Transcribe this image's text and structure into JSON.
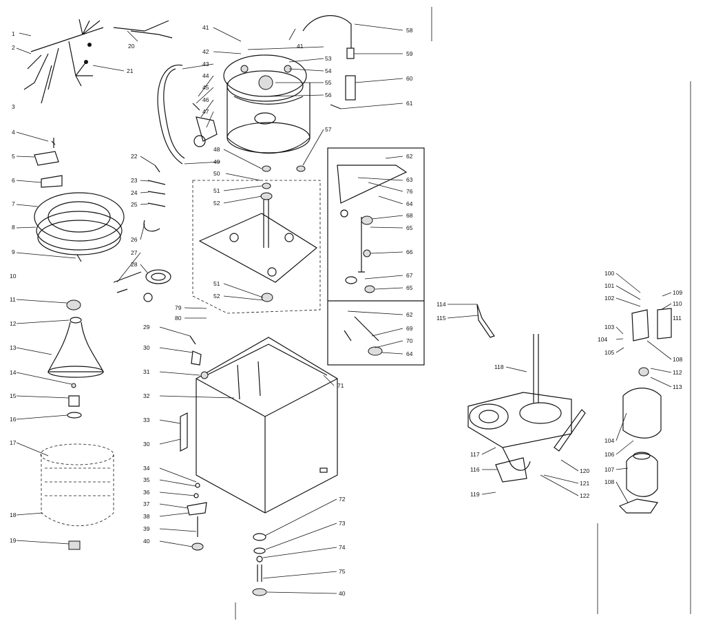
{
  "labels": {
    "l1": "1",
    "l2": "2",
    "l3": "3",
    "l4": "4",
    "l5": "5",
    "l6": "6",
    "l7": "7",
    "l8": "8",
    "l9": "9",
    "l10": "10",
    "l11": "11",
    "l12": "12",
    "l13": "13",
    "l14": "14",
    "l15": "15",
    "l16": "16",
    "l17": "17",
    "l18": "18",
    "l19": "19",
    "l20": "20",
    "l21": "21",
    "l22": "22",
    "l23": "23",
    "l24": "24",
    "l25": "25",
    "l26": "26",
    "l27": "27",
    "l28": "28",
    "l29": "29",
    "l30a": "30",
    "l30b": "30",
    "l31": "31",
    "l32": "32",
    "l33": "33",
    "l34": "34",
    "l35": "35",
    "l36": "36",
    "l37": "37",
    "l38": "38",
    "l39": "39",
    "l40a": "40",
    "l40b": "40",
    "l41a": "41",
    "l41b": "41",
    "l42": "42",
    "l43": "43",
    "l44": "44",
    "l45": "45",
    "l46": "46",
    "l47": "47",
    "l48": "48",
    "l49": "49",
    "l50": "50",
    "l51a": "51",
    "l51b": "51",
    "l52a": "52",
    "l52b": "52",
    "l53": "53",
    "l54": "54",
    "l55": "55",
    "l56": "56",
    "l57": "57",
    "l58": "58",
    "l59": "59",
    "l60": "60",
    "l61": "61",
    "l62a": "62",
    "l62b": "62",
    "l63": "63",
    "l64a": "64",
    "l64b": "64",
    "l65a": "65",
    "l65b": "65",
    "l66": "66",
    "l67": "67",
    "l68": "68",
    "l69": "69",
    "l70": "70",
    "l71": "71",
    "l72": "72",
    "l73": "73",
    "l74": "74",
    "l75": "75",
    "l76": "76",
    "l79": "79",
    "l80": "80",
    "l100": "100",
    "l101": "101",
    "l102": "102",
    "l103": "103",
    "l104a": "104",
    "l104b": "104",
    "l105": "105",
    "l106": "106",
    "l107": "107",
    "l108a": "108",
    "l108b": "108",
    "l109": "109",
    "l110": "110",
    "l111": "111",
    "l112": "112",
    "l113": "113",
    "l114": "114",
    "l115": "115",
    "l116": "116",
    "l117": "117",
    "l118": "118",
    "l119": "119",
    "l120": "120",
    "l121": "121",
    "l122": "122"
  }
}
